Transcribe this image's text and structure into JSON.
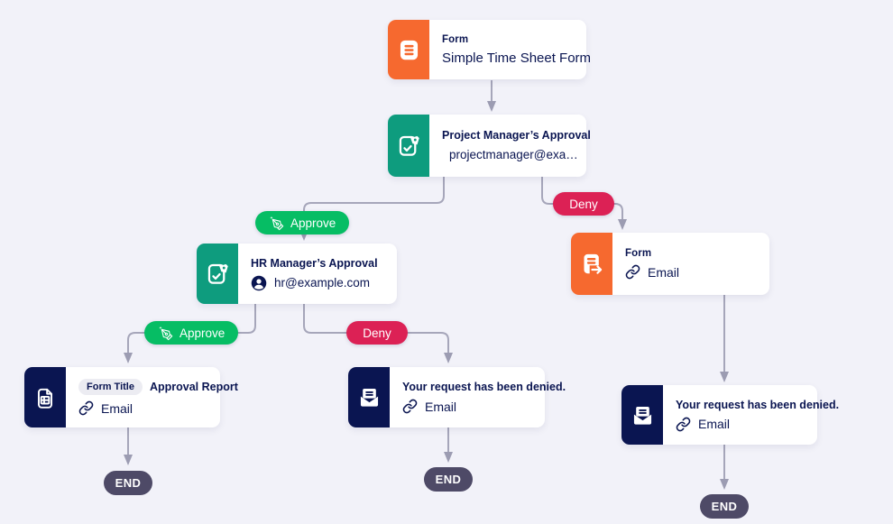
{
  "colors": {
    "background": "#f2f2f9",
    "orange": "#f6692f",
    "green_icon": "#0e9c7e",
    "approve_green": "#06bd64",
    "deny_red": "#dc2155",
    "navy": "#0a1551",
    "end_pill": "#4e4a67",
    "connector": "#a6a6ba",
    "field_tag_bg": "#ececf2"
  },
  "nodes": {
    "form_start": {
      "type_label": "Form",
      "title": "Simple Time Sheet Form",
      "icon": "form-icon"
    },
    "pm_approval": {
      "title": "Project Manager’s Approval",
      "assignee": "projectmanager@exa…",
      "icon": "approval-icon"
    },
    "hr_approval": {
      "title": "HR Manager’s Approval",
      "assignee": "hr@example.com",
      "icon": "approval-icon"
    },
    "form_email": {
      "type_label": "Form",
      "channel": "Email",
      "icon": "form-send-icon"
    },
    "approval_report": {
      "field_tag": "Form Title",
      "title": "Approval Report",
      "channel": "Email",
      "icon": "report-icon"
    },
    "denied_after_hr": {
      "title": "Your request has been denied.",
      "channel": "Email",
      "icon": "email-icon"
    },
    "denied_after_pm": {
      "title": "Your request has been denied.",
      "channel": "Email",
      "icon": "email-icon"
    }
  },
  "branches": {
    "pm_approve": "Approve",
    "pm_deny": "Deny",
    "hr_approve": "Approve",
    "hr_deny": "Deny"
  },
  "terminals": [
    {
      "label": "END"
    },
    {
      "label": "END"
    },
    {
      "label": "END"
    }
  ]
}
